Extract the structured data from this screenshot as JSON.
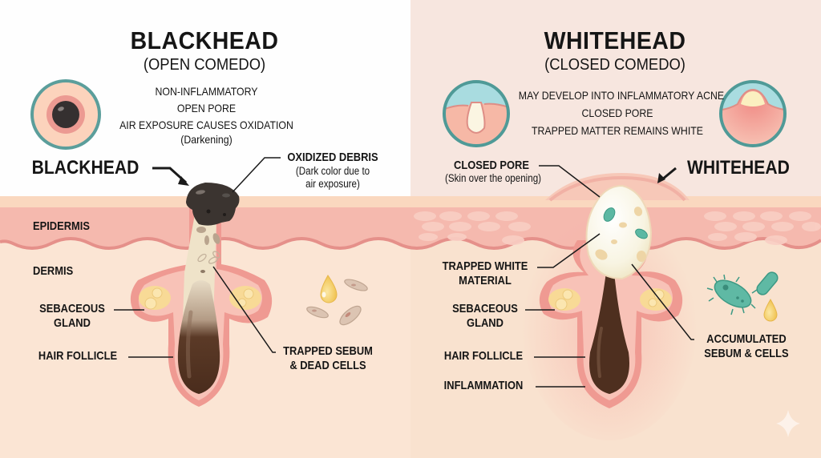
{
  "colors": {
    "left_bg": "#fefefe",
    "right_bg": "#f7e6df",
    "skin_surface": "#f9dcc6",
    "epidermis": "#f5b8ae",
    "epidermis_edge": "#e58c86",
    "dermis": "#fbe6d6",
    "follicle_wall": "#e9908a",
    "hair": "#4e2f1f",
    "blackhead_plug": "#3d3632",
    "whitehead_plug": "#fbf8e8",
    "sebum": "#f8dc95",
    "bacteria": "#5fb9a4",
    "inset_ring": "#4f9a97"
  },
  "blackhead": {
    "title": "BLACKHEAD",
    "subtitle": "(OPEN COMEDO)",
    "facts": [
      "NON-INFLAMMATORY",
      "OPEN PORE",
      "AIR EXPOSURE CAUSES OXIDATION",
      "(Darkening)"
    ],
    "pointer_label": "BLACKHEAD",
    "labels": {
      "oxidized_debris": "OXIDIZED DEBRIS",
      "oxidized_debris_note_1": "(Dark color due to",
      "oxidized_debris_note_2": "air exposure)",
      "epidermis": "EPIDERMIS",
      "dermis": "DERMIS",
      "sebaceous_1": "SEBACEOUS",
      "sebaceous_2": "GLAND",
      "hair_follicle": "HAIR FOLLICLE",
      "trapped_1": "TRAPPED SEBUM",
      "trapped_2": "& DEAD CELLS"
    },
    "icons": [
      "open-pore-inset-icon",
      "oil-droplet-icon",
      "dead-skin-cells-icon"
    ]
  },
  "whitehead": {
    "title": "WHITEHEAD",
    "subtitle": "(CLOSED COMEDO)",
    "facts": [
      "MAY DEVELOP INTO INFLAMMATORY ACNE",
      "CLOSED PORE",
      "TRAPPED MATTER REMAINS WHITE"
    ],
    "pointer_label": "WHITEHEAD",
    "labels": {
      "closed_pore": "CLOSED PORE",
      "closed_pore_note": "(Skin over the opening)",
      "trapped_white_1": "TRAPPED WHITE",
      "trapped_white_2": "MATERIAL",
      "sebaceous_1": "SEBACEOUS",
      "sebaceous_2": "GLAND",
      "hair_follicle": "HAIR FOLLICLE",
      "inflammation": "INFLAMMATION",
      "accumulated_1": "ACCUMULATED",
      "accumulated_2": "SEBUM & CELLS"
    },
    "icons": [
      "closed-pore-inset-icon",
      "bump-inset-icon",
      "bacteria-icon",
      "oil-droplet-icon"
    ]
  }
}
